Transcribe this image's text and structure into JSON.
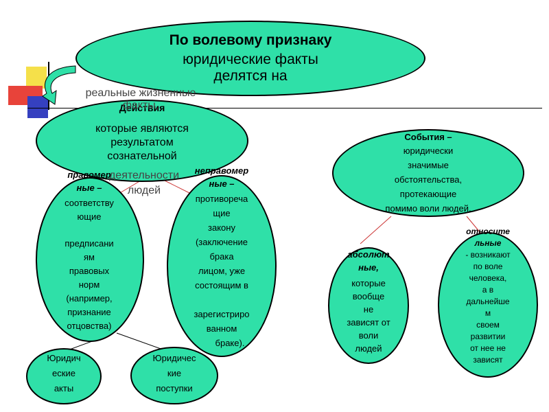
{
  "top": {
    "title": "По волевому признаку",
    "line1": "юридические факты",
    "line2": "делятся на"
  },
  "actions": {
    "title": "Действия",
    "overlay": [
      "реальные жизненные",
      "факты,"
    ],
    "lines": [
      "которые являются",
      "результатом",
      "сознательной",
      "деятельности",
      "людей"
    ]
  },
  "events": {
    "lines": [
      "События –",
      "юридически",
      "значимые",
      "обстоятельства,",
      "протекающие",
      "помимо воли людей."
    ]
  },
  "lawful": {
    "title": [
      "правомер",
      "ные –"
    ],
    "lines": [
      "соответству",
      "ющие",
      "",
      "предписани",
      "ям",
      "правовых",
      "норм",
      "(например,",
      "признание",
      "отцовства)"
    ]
  },
  "unlawful": {
    "title": [
      "неправомер",
      "ные –"
    ],
    "lines": [
      "противореча",
      "щие",
      "закону",
      "(заключение",
      "брака",
      "лицом, уже",
      "состоящим в",
      "",
      "зарегистриро",
      "ванном",
      "браке)."
    ]
  },
  "absolute": {
    "title": [
      "абсолют",
      "ные,"
    ],
    "lines": [
      "которые",
      "вообще",
      "не",
      "зависят от",
      "воли",
      "людей"
    ]
  },
  "relative": {
    "title": [
      "относите",
      "льные"
    ],
    "lines": [
      "- возникают",
      "по воле",
      "человека,",
      "а в",
      "дальнейше",
      "м",
      "своем",
      "развитии",
      "от нее не",
      "зависят"
    ]
  },
  "acts": {
    "lines": [
      "Юридич",
      "еские",
      "акты"
    ]
  },
  "deeds": {
    "lines": [
      "Юридичес",
      "кие",
      "поступки"
    ]
  },
  "colors": {
    "oval": "#2fe0a8",
    "deco_yellow": "#f5e04a",
    "deco_red": "#e8433a",
    "deco_blue": "#3540c0",
    "arrow": "#cc3333"
  }
}
